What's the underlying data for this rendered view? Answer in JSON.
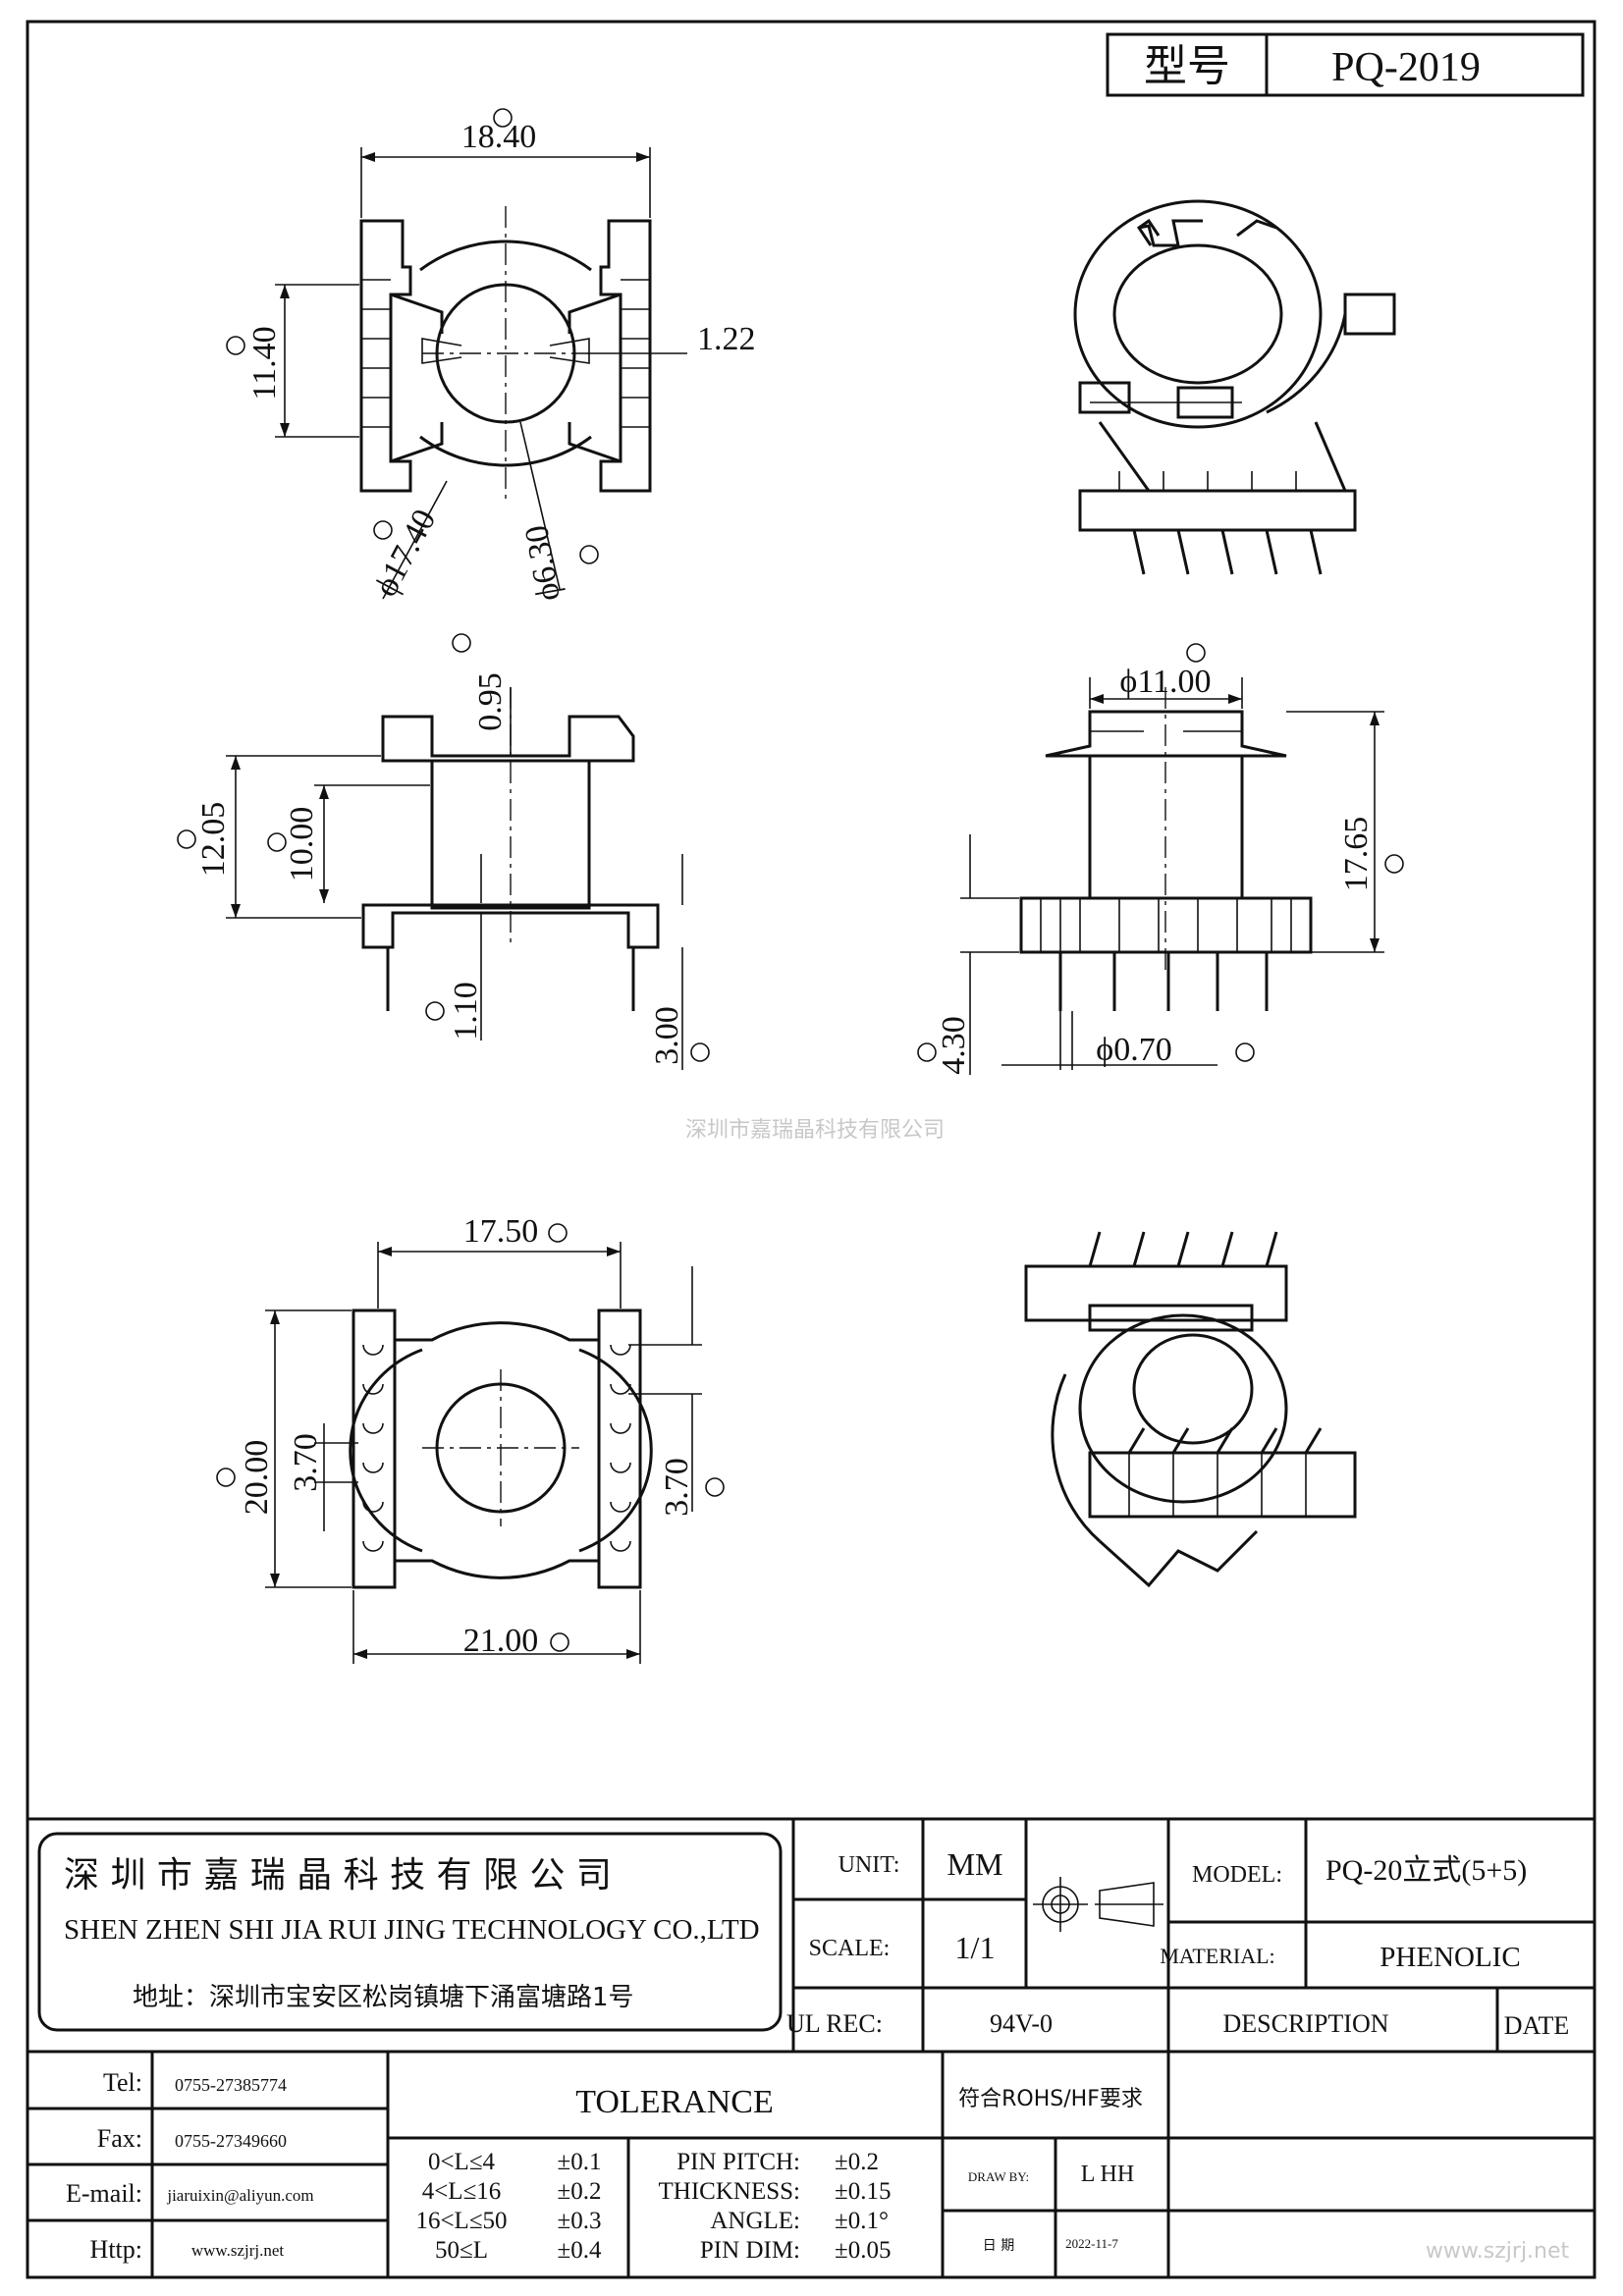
{
  "model_box": {
    "label": "型号",
    "value": "PQ-2019"
  },
  "views": {
    "top": {
      "width": "18.40",
      "height": "11.40",
      "slot": "1.22",
      "outer_dia": "ϕ17.40",
      "inner_dia": "ϕ6.30"
    },
    "side": {
      "top_th": "0.95",
      "height_total": "12.05",
      "height_core": "10.00",
      "base_th": "1.10",
      "pin_len": "3.00"
    },
    "front": {
      "flange_dia": "ϕ11.00",
      "total_h": "17.65",
      "pin_h": "4.30",
      "pin_dia": "ϕ0.70"
    },
    "bottom": {
      "width_top": "17.50",
      "height": "20.00",
      "pitch_l": "3.70",
      "pitch_r": "3.70",
      "width_bottom": "21.00"
    }
  },
  "watermark": "深圳市嘉瑞晶科技有限公司",
  "company": {
    "name_cn": "深 圳 市 嘉 瑞 晶 科 技 有 限 公 司",
    "name_en": "SHEN ZHEN SHI   JIA RUI JING   TECHNOLOGY CO.,LTD",
    "address": "地址：深圳市宝安区松岗镇塘下涌富塘路1号"
  },
  "title_block": {
    "unit_label": "UNIT:",
    "unit_value": "MM",
    "scale_label": "SCALE:",
    "scale_value": "1/1",
    "model_label": "MODEL:",
    "model_value": "PQ-20立式(5+5)",
    "material_label": "MATERIAL:",
    "material_value": "PHENOLIC",
    "ul_label": "UL REC:",
    "ul_value": "94V-0",
    "description_label": "DESCRIPTION",
    "date_label": "DATE"
  },
  "contacts": [
    {
      "label": "Tel:",
      "value": "0755-27385774"
    },
    {
      "label": "Fax:",
      "value": "0755-27349660"
    },
    {
      "label": "E-mail:",
      "value": "jiaruixin@aliyun.com"
    },
    {
      "label": "Http:",
      "value": "www.szjrj.net"
    }
  ],
  "tolerance": {
    "title": "TOLERANCE",
    "ranges": [
      {
        "range": "0<L≤4",
        "tol": "±0.1"
      },
      {
        "range": "4<L≤16",
        "tol": "±0.2"
      },
      {
        "range": "16<L≤50",
        "tol": "±0.3"
      },
      {
        "range": "50≤L",
        "tol": "±0.4"
      }
    ],
    "specs": [
      {
        "name": "PIN PITCH:",
        "tol": "±0.2"
      },
      {
        "name": "THICKNESS:",
        "tol": "±0.15"
      },
      {
        "name": "ANGLE:",
        "tol": "±0.1°"
      },
      {
        "name": "PIN DIM:",
        "tol": "±0.05"
      }
    ]
  },
  "compliance": "符合ROHS/HF要求",
  "draw_by_label": "DRAW BY:",
  "draw_by_value": "L HH",
  "date_cn_label": "日 期",
  "date_value": "2022-11-7",
  "corner_url": "www.szjrj.net"
}
